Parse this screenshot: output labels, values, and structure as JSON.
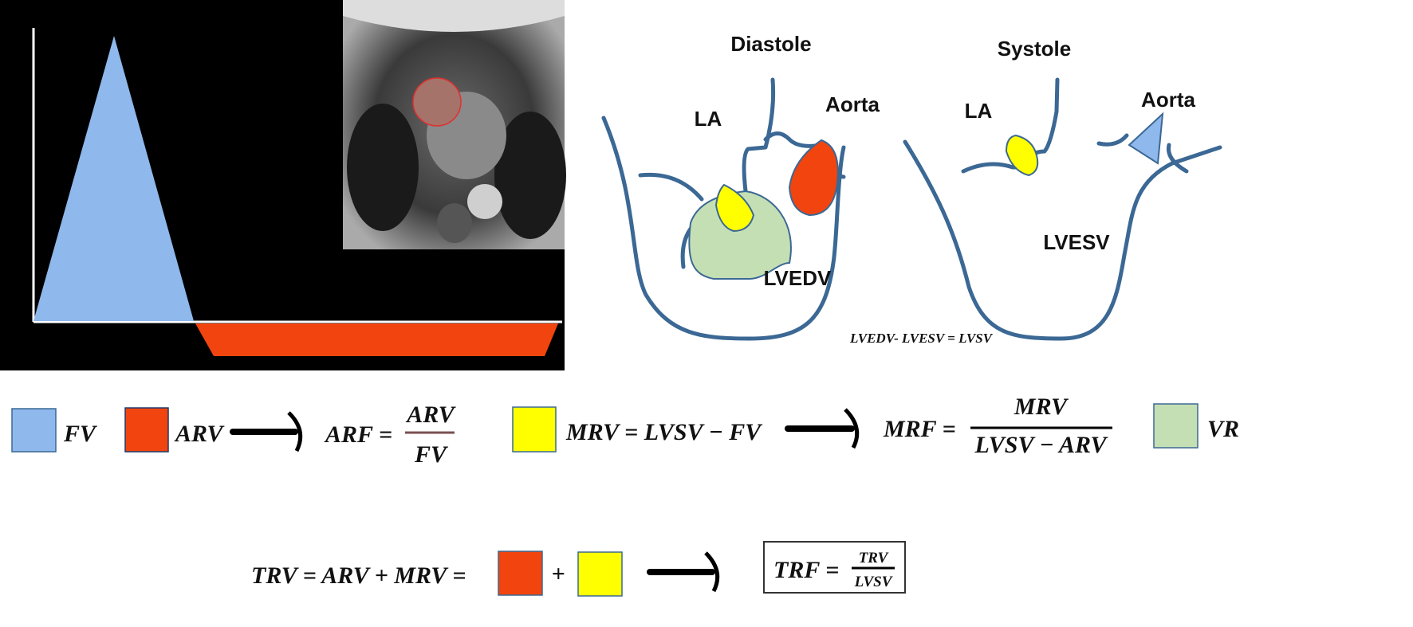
{
  "colors": {
    "fv": "#8fb8ec",
    "arv": "#f2440f",
    "mrv": "#ffff00",
    "vr": "#c5dfb5",
    "outline": "#3b6894"
  },
  "diastole": {
    "title": "Diastole",
    "la": "LA",
    "aorta": "Aorta",
    "lv": "LVEDV"
  },
  "systole": {
    "title": "Systole",
    "la": "LA",
    "aorta": "Aorta",
    "lv": "LVESV"
  },
  "stroke_volume_formula": "LVEDV- LVESV = LVSV",
  "legend": {
    "fv": "FV",
    "arv": "ARV",
    "vr": "VR"
  },
  "equations": {
    "arf_lhs": "ARF =",
    "arf_num": "ARV",
    "arf_den": "FV",
    "mrv": "MRV = LVSV − FV",
    "mrf_lhs": "MRF =",
    "mrf_num": "MRV",
    "mrf_den": "LVSV  − ARV",
    "trv": "TRV = ARV + MRV =",
    "plus": "+",
    "trf_lhs": "TRF =",
    "trf_num": "TRV",
    "trf_den": "LVSV"
  }
}
